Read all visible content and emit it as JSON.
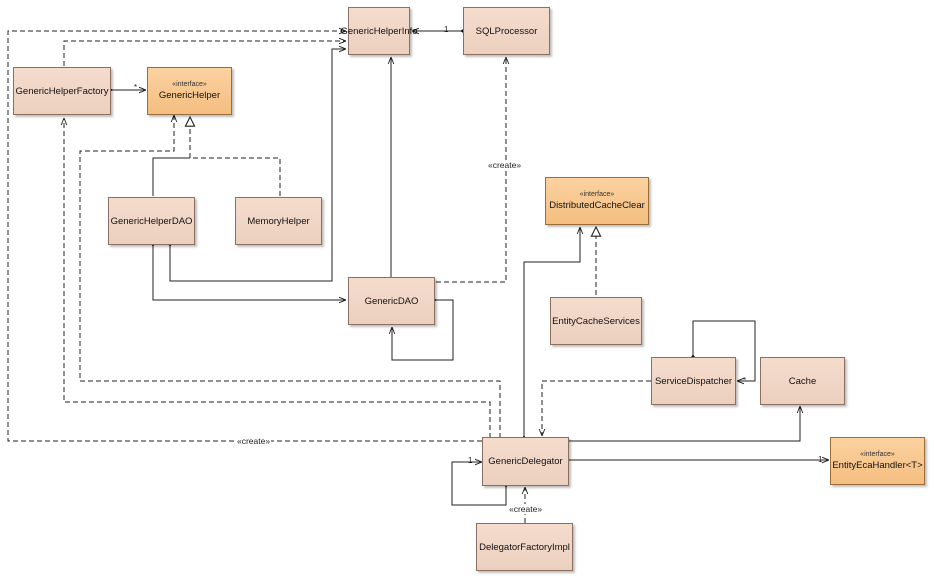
{
  "classes": {
    "generic_helper_info": {
      "name": "GenericHelperInfo"
    },
    "sql_processor": {
      "name": "SQLProcessor"
    },
    "generic_helper_factory": {
      "name": "GenericHelperFactory"
    },
    "generic_helper": {
      "stereotype": "«interface»",
      "name": "GenericHelper"
    },
    "generic_helper_dao": {
      "name": "GenericHelperDAO"
    },
    "memory_helper": {
      "name": "MemoryHelper"
    },
    "generic_dao": {
      "name": "GenericDAO"
    },
    "distributed_cache_clear": {
      "stereotype": "«interface»",
      "name": "DistributedCacheClear"
    },
    "entity_cache_services": {
      "name": "EntityCacheServices"
    },
    "service_dispatcher": {
      "name": "ServiceDispatcher"
    },
    "cache": {
      "name": "Cache"
    },
    "generic_delegator": {
      "name": "GenericDelegator"
    },
    "entity_eca_handler": {
      "stereotype": "«interface»",
      "name": "EntityEcaHandler<T>"
    },
    "delegator_factory_impl": {
      "name": "DelegatorFactoryImpl"
    }
  },
  "edge_labels": {
    "create_sql": "«create»",
    "create_bottom": "«create»",
    "create_delegator_factory": "«create»"
  },
  "multiplicities": {
    "info_sql": "1",
    "factory_helper": "*",
    "dispatcher_delegator": "*",
    "delegator_self": "1",
    "delegator_eca": "1"
  }
}
